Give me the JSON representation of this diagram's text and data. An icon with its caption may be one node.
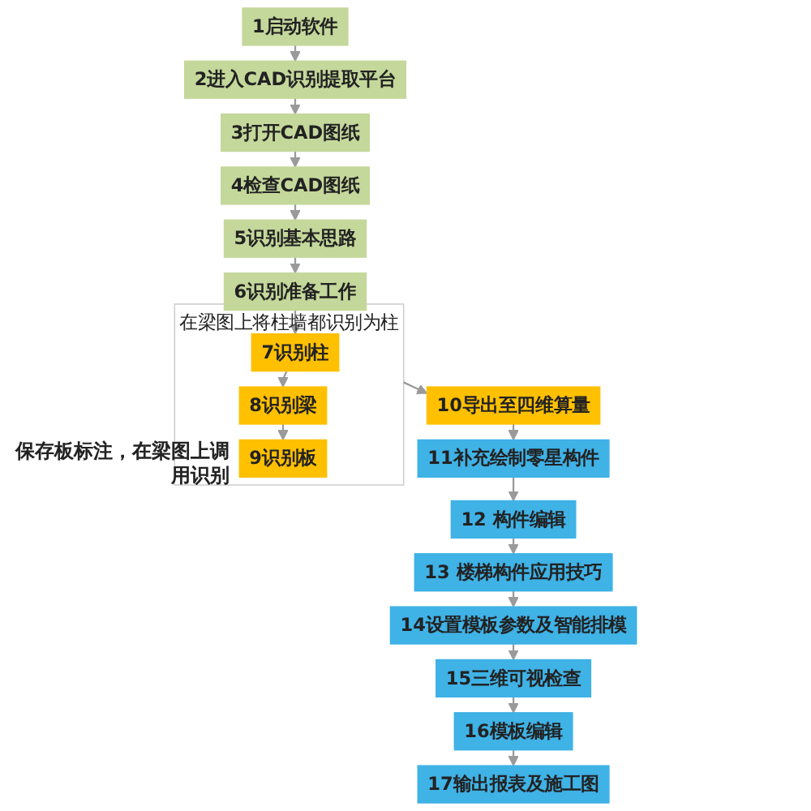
{
  "diagram": {
    "nodes": [
      {
        "text": [
          "1启动软件"
        ]
      },
      {
        "text": [
          "2进入CAD识别提取平台"
        ]
      },
      {
        "text": [
          "3打开CAD图纸"
        ]
      },
      {
        "text": [
          "4检查CAD图纸"
        ]
      },
      {
        "text": [
          "5识别基本思路"
        ]
      },
      {
        "text": [
          "6识别准备工作"
        ]
      },
      {
        "text": [
          "在梁图上将柱墙都识别为柱"
        ]
      },
      {
        "text": [
          "7识别柱"
        ],
        "in": 6
      },
      {
        "text": [
          "8识别梁"
        ],
        "in": 6
      },
      {
        "text": [
          "9识别板"
        ],
        "in": 6,
        "beside": [
          "保存板标注，在梁图上调用识别"
        ]
      },
      {
        "text": [
          "10导出至四维算量"
        ]
      },
      {
        "text": [
          "11补充绘制零星构件"
        ]
      },
      {
        "text": [
          "12 构件编辑"
        ]
      },
      {
        "text": [
          "13 楼梯构件应用技巧"
        ]
      },
      {
        "text": [
          "14设置模板参数及智能排模"
        ]
      },
      {
        "text": [
          "15三维可视检查"
        ]
      },
      {
        "text": [
          "16模板编辑"
        ]
      },
      {
        "text": [
          "17输出报表及施工图"
        ]
      }
    ],
    "edges": [
      {
        "from": 0,
        "to": 1,
        "arrow": "to"
      },
      {
        "from": 1,
        "to": 2,
        "arrow": "to"
      },
      {
        "from": 2,
        "to": 3,
        "arrow": "to"
      },
      {
        "from": 3,
        "to": 4,
        "arrow": "to"
      },
      {
        "from": 4,
        "to": 5,
        "arrow": "to"
      },
      {
        "from": 5,
        "to": 7,
        "arrow": "to"
      },
      {
        "from": 7,
        "to": 8,
        "arrow": "to"
      },
      {
        "from": 8,
        "to": 9,
        "arrow": "to"
      },
      {
        "from": 6,
        "to": 10,
        "arrow": "to"
      },
      {
        "from": 10,
        "to": 11,
        "arrow": "to"
      },
      {
        "from": 11,
        "to": 12,
        "arrow": "to"
      },
      {
        "from": 12,
        "to": 13,
        "arrow": "to"
      },
      {
        "from": 13,
        "to": 14,
        "arrow": "to"
      },
      {
        "from": 14,
        "to": 15,
        "arrow": "to"
      },
      {
        "from": 15,
        "to": 16,
        "arrow": "to"
      },
      {
        "from": 16,
        "to": 17,
        "arrow": "to"
      }
    ]
  }
}
